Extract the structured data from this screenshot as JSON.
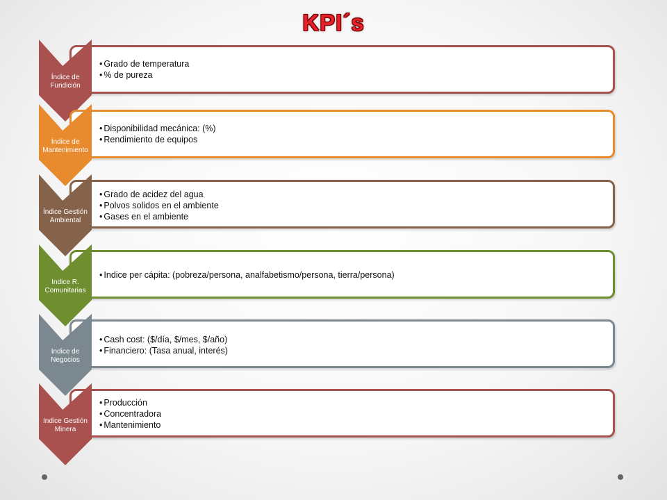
{
  "title": "KPI´s",
  "rows": [
    {
      "label": "Índice de Fundición",
      "color": "#a8514f",
      "items": [
        "Grado de temperatura",
        "% de pureza"
      ]
    },
    {
      "label": "Índice de Mantenimiento",
      "color": "#e88a2e",
      "items": [
        "Disponibilidad mecánica: (%)",
        "Rendimiento de equipos"
      ]
    },
    {
      "label": "Índice Gestión Ambiental",
      "color": "#85634a",
      "items": [
        "Grado de acidez del agua",
        "Polvos solidos en el ambiente",
        "Gases en el ambiente"
      ]
    },
    {
      "label": "Indice R. Comunitarias",
      "color": "#6e8e2f",
      "items": [
        "Indice per cápita: (pobreza/persona, analfabetismo/persona, tierra/persona)"
      ]
    },
    {
      "label": "Indice de Negocios",
      "color": "#7b8890",
      "items": [
        "Cash cost: ($/día, $/mes, $/año)",
        "Financiero: (Tasa anual, interés)"
      ]
    },
    {
      "label": "Indice Gestión Minera",
      "color": "#a8514f",
      "items": [
        "Producción",
        "Concentradora",
        "Mantenimiento"
      ]
    }
  ]
}
